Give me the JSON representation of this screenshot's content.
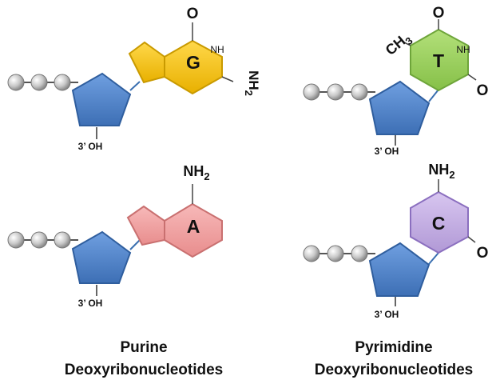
{
  "nucleotides": {
    "G": {
      "base_letter": "G",
      "label_nh": "NH",
      "label_nh2": "NH2",
      "label_o": "O",
      "label_3oh": "3’ OH"
    },
    "A": {
      "base_letter": "A",
      "label_nh2": "NH2",
      "label_3oh": "3’ OH"
    },
    "T": {
      "base_letter": "T",
      "label_ch3": "CH3",
      "label_nh": "NH",
      "label_o_top": "O",
      "label_o_right": "O",
      "label_3oh": "3’ OH"
    },
    "C": {
      "base_letter": "C",
      "label_nh2": "NH2",
      "label_o": "O",
      "label_3oh": "3’ OH"
    }
  },
  "captions": {
    "purine_line1": "Purine",
    "purine_line2": "Deoxyribonucleotides",
    "pyrimidine_line1": "Pyrimidine",
    "pyrimidine_line2": "Deoxyribonucleotides"
  },
  "colors": {
    "guanine": "#f5c518",
    "adenine": "#f0a3a3",
    "thymine": "#9bd160",
    "cytosine": "#c6b0e3",
    "sugar": "#4a80c9",
    "phosphate": "#b0b0b0",
    "outline": "#3a6fb0"
  }
}
